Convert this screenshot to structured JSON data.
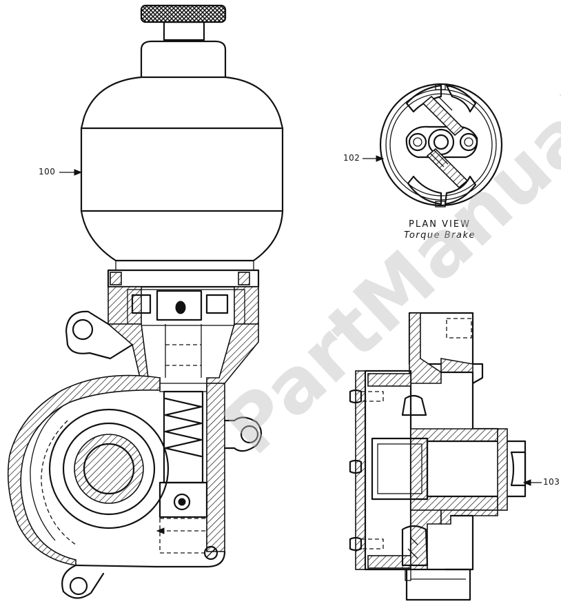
{
  "callouts": {
    "c100": "100",
    "c102": "102",
    "c103": "103"
  },
  "plan_caption": {
    "line1": "PLAN VIEW",
    "line2": "Torque Brake"
  },
  "watermark": "PartManuals",
  "colors": {
    "ink": "#111111",
    "paper": "#ffffff",
    "watermark": "#bebebe"
  }
}
